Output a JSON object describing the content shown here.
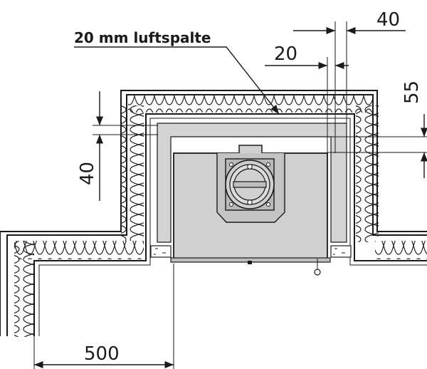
{
  "label": "20 mm luftspalte",
  "dimensions": {
    "top_40": "40",
    "top_20": "20",
    "right_55": "55",
    "left_40": "40",
    "bottom_500": "500"
  }
}
